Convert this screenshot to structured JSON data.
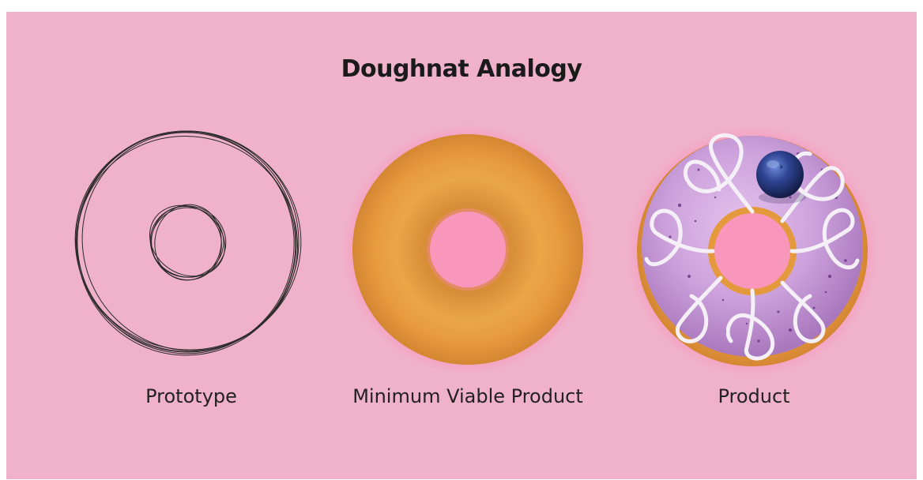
{
  "title": "Doughnat Analogy",
  "stages": [
    {
      "label": "Prototype"
    },
    {
      "label": "Minimum Viable Product"
    },
    {
      "label": "Product"
    }
  ],
  "colors": {
    "background": "#f0b1ca",
    "sketch_stroke": "#2a2a2a",
    "dough": "#e49a3c",
    "icing": "#c99bd6",
    "piping": "#f5f0f7",
    "blueberry": "#2c3f86"
  }
}
